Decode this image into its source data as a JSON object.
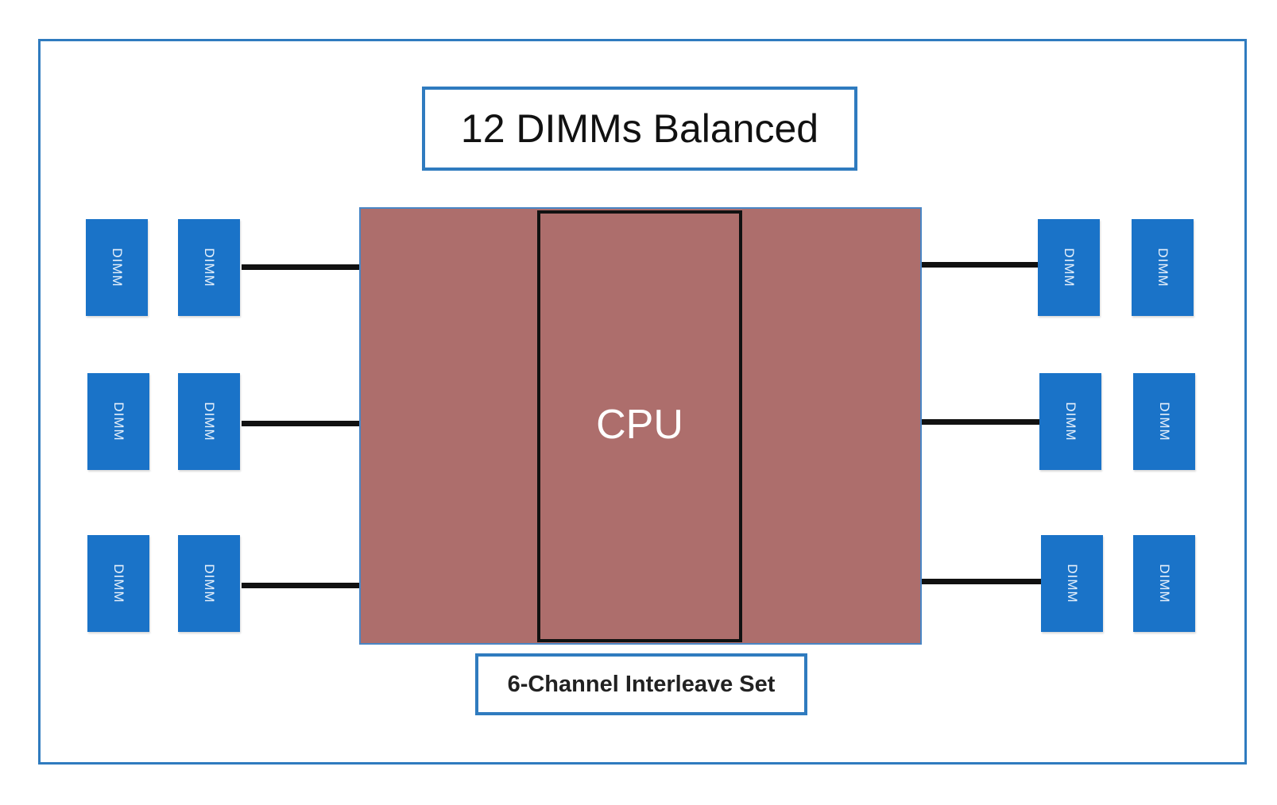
{
  "diagram": {
    "title": "12 DIMMs Balanced",
    "cpu_label": "CPU",
    "interleave_label": "6-Channel Interleave Set",
    "dimm_label": "DIMM",
    "colors": {
      "frame_border": "#2f7bbf",
      "cpu_fill": "#ad6e6c",
      "dimm_fill": "#1a73c8",
      "wire": "#111111"
    },
    "left_channels": [
      {
        "dimms": [
          "DIMM",
          "DIMM"
        ]
      },
      {
        "dimms": [
          "DIMM",
          "DIMM"
        ]
      },
      {
        "dimms": [
          "DIMM",
          "DIMM"
        ]
      }
    ],
    "right_channels": [
      {
        "dimms": [
          "DIMM",
          "DIMM"
        ]
      },
      {
        "dimms": [
          "DIMM",
          "DIMM"
        ]
      },
      {
        "dimms": [
          "DIMM",
          "DIMM"
        ]
      }
    ]
  }
}
